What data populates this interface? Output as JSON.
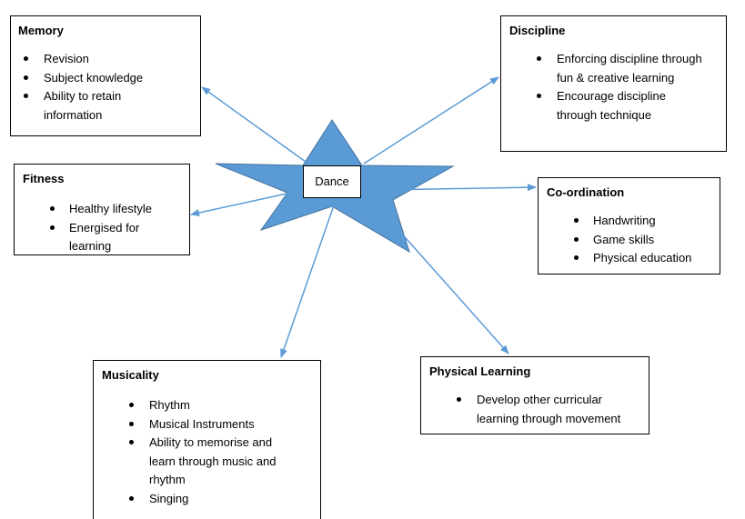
{
  "center": {
    "label": "Dance"
  },
  "colors": {
    "star_fill": "#5b9bd5",
    "star_stroke": "#41719c",
    "arrow": "#5b9bd5"
  },
  "boxes": {
    "memory": {
      "title": "Memory",
      "items": [
        "Revision",
        "Subject knowledge",
        "Ability to retain information"
      ]
    },
    "discipline": {
      "title": "Discipline",
      "items": [
        "Enforcing discipline through fun & creative learning",
        "Encourage discipline through technique"
      ]
    },
    "fitness": {
      "title": "Fitness",
      "items": [
        "Healthy lifestyle",
        "Energised for learning"
      ]
    },
    "coordination": {
      "title": "Co-ordination",
      "items": [
        "Handwriting",
        "Game skills",
        "Physical education"
      ]
    },
    "musicality": {
      "title": "Musicality",
      "items": [
        "Rhythm",
        "Musical Instruments",
        "Ability to memorise and learn through music and rhythm",
        "Singing"
      ]
    },
    "physical": {
      "title": "Physical Learning",
      "items": [
        "Develop other curricular learning through movement"
      ]
    }
  }
}
